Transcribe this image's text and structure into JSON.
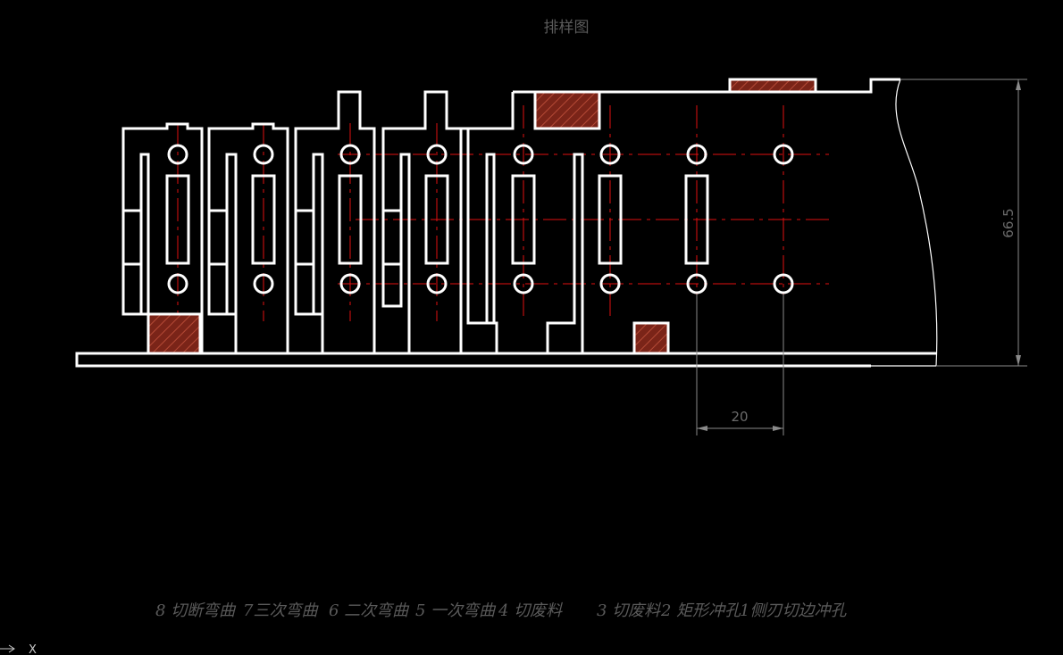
{
  "drawing": {
    "title": "排样图",
    "dimensions": {
      "width_label": "66.5",
      "pitch_label": "20"
    },
    "stations": [
      {
        "label": "8 切断弯曲"
      },
      {
        "label": "7三次弯曲"
      },
      {
        "label": "6 二次弯曲"
      },
      {
        "label": "5 一次弯曲"
      },
      {
        "label": "4 切废料"
      },
      {
        "label": "3 切废料"
      },
      {
        "label": "2 矩形冲孔"
      },
      {
        "label": "1侧刃切边冲孔"
      }
    ],
    "ucs": {
      "x_label": "X"
    }
  },
  "colors": {
    "background": "#000000",
    "outline": "#ffffff",
    "centerline": "#e01010",
    "hatch": "#8b2a1e",
    "dimension": "#8a8a8a",
    "label_text": "#5a5a5a"
  }
}
